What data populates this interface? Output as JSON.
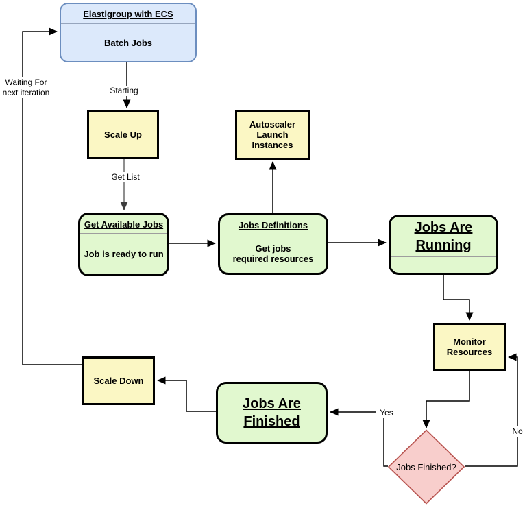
{
  "colors": {
    "blue_fill": "#dce9fb",
    "blue_border": "#6c8ebf",
    "yellow_fill": "#fbf7c4",
    "green_fill": "#e1f8cf",
    "node_border": "#000000",
    "pink_fill": "#f8cecc",
    "pink_border": "#b85450",
    "edge_black": "#000000",
    "edge_gray": "#8f8f8f",
    "separator_gray": "#9e9e9e"
  },
  "nodes": {
    "elastigroup": {
      "title": "Elastigroup with ECS",
      "body": "Batch Jobs"
    },
    "scale_up": {
      "label": "Scale Up"
    },
    "autoscaler": {
      "label": "Autoscaler\nLaunch\nInstances"
    },
    "get_available_jobs": {
      "title": "Get Available Jobs",
      "body": "Job is ready to run"
    },
    "jobs_definitions": {
      "title": "Jobs Definitions",
      "body": "Get jobs\nrequired resources"
    },
    "jobs_are_running": {
      "title": "Jobs Are\nRunning"
    },
    "monitor_resources": {
      "label": "Monitor\nResources"
    },
    "jobs_finished_decision": {
      "label": "Jobs Finished?"
    },
    "jobs_are_finished": {
      "title": "Jobs Are\nFinished"
    },
    "scale_down": {
      "label": "Scale Down"
    }
  },
  "edge_labels": {
    "starting": "Starting",
    "get_list": "Get List",
    "yes": "Yes",
    "no": "No",
    "waiting": "Waiting For\nnext iteration"
  }
}
